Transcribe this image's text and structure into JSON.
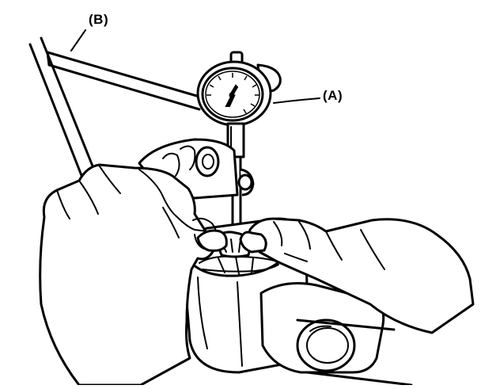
{
  "figure": {
    "callouts": {
      "b": "(B)",
      "a": "(A)"
    },
    "parts": {
      "magnetic_stand_arm": "stand-arm",
      "dial_gauge": "dial-gauge",
      "gauge_spindle": "gauge-spindle",
      "differential_gear": "gear",
      "axle_housing": "housing",
      "left_hand": "hand",
      "right_hand": "hand"
    },
    "colors": {
      "ink": "#000000",
      "paper": "#ffffff"
    }
  }
}
